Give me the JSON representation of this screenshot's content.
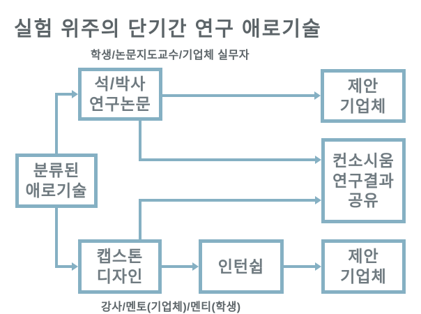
{
  "title": "실험 위주의 단기간 연구 애로기술",
  "captions": {
    "top": "학생/논문지도교수/기업체 실무자",
    "bottom": "강사/멘토(기업체)/멘티(학생)"
  },
  "nodes": {
    "classified_tech": {
      "label": "분류된\n애로기술"
    },
    "thesis": {
      "label": "석/박사\n연구논문"
    },
    "proposal_company_top": {
      "label": "제안\n기업체"
    },
    "consortium_share": {
      "label": "컨소시움\n연구결과\n공유"
    },
    "capstone_design": {
      "label": "캡스톤\n디자인"
    },
    "internship": {
      "label": "인턴쉽"
    },
    "proposal_company_bottom": {
      "label": "제안\n기업체"
    }
  },
  "colors": {
    "line": "#85b0c3",
    "title_text": "#5c6468",
    "box_text": "#6f7a80",
    "background": "#ffffff"
  }
}
